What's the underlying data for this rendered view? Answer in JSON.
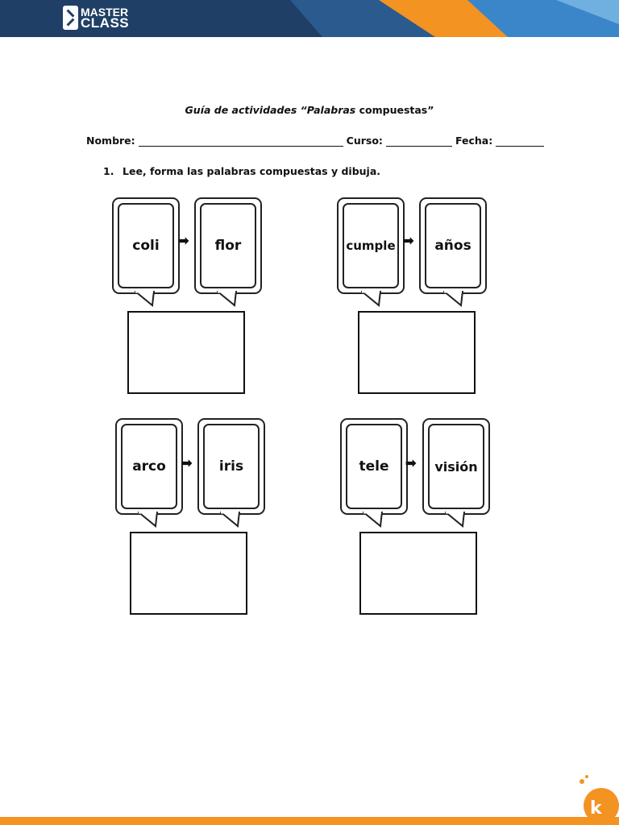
{
  "header": {
    "logo_line1": "MASTER",
    "logo_line2": "CLASS",
    "colors": {
      "navy": "#1f3f66",
      "blue": "#3a78b8",
      "orange": "#f39322"
    }
  },
  "title": {
    "part1": "Guía de actividades “",
    "part2_italic": "Palabras",
    "part3": " compuestas”"
  },
  "form": {
    "name_label": "Nombre:",
    "course_label": "Curso:",
    "date_label": "Fecha:"
  },
  "instruction": {
    "number": "1.",
    "text": "Lee, forma las palabras compuestas y dibuja."
  },
  "exercises": [
    {
      "word1": "coli",
      "word2": "flor"
    },
    {
      "word1": "cumple",
      "word2": "años"
    },
    {
      "word1": "arco",
      "word2": "iris"
    },
    {
      "word1": "tele",
      "word2": "visión"
    }
  ],
  "arrow_glyph": "➡",
  "footer": {
    "color": "#f39322"
  }
}
